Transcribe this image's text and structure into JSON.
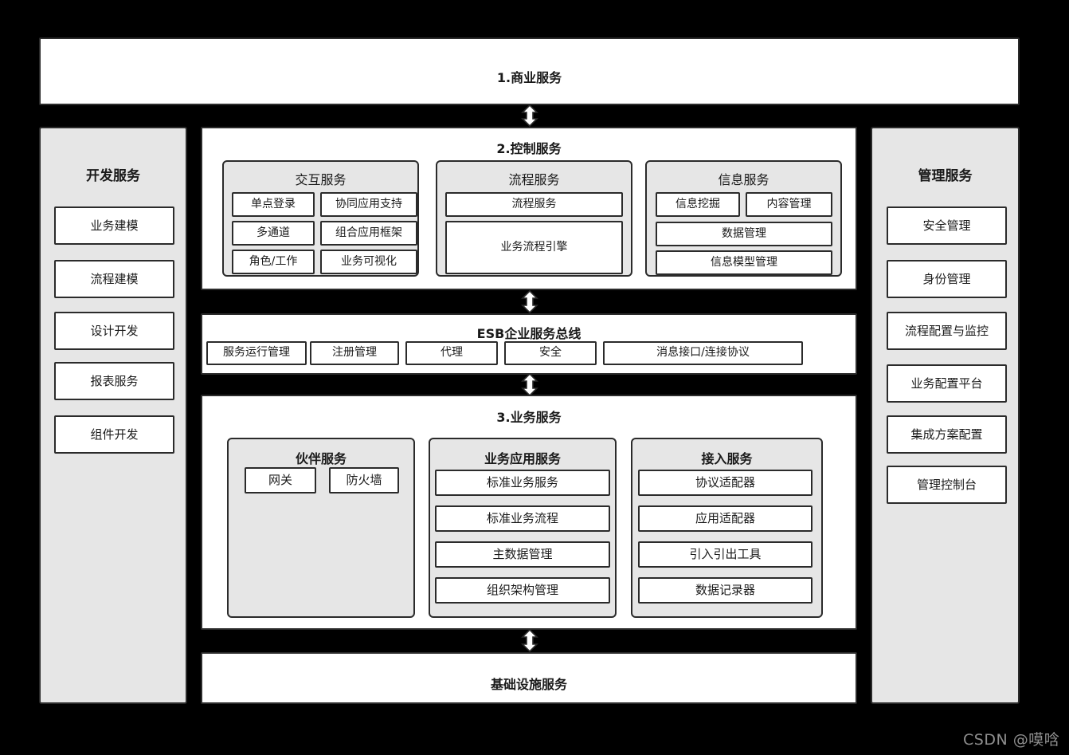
{
  "diagram": {
    "background_color": "#000000",
    "panel_gray": "#e6e6e6",
    "panel_white": "#ffffff",
    "stroke_color": "#2b2b2b",
    "watermark": "CSDN @嗼唅"
  },
  "top_band": {
    "title": "1.商业服务"
  },
  "left_sidebar": {
    "title": "开发服务",
    "items": [
      {
        "label": "业务建模"
      },
      {
        "label": "流程建模"
      },
      {
        "label": "设计开发"
      },
      {
        "label": "报表服务"
      },
      {
        "label": "组件开发"
      }
    ]
  },
  "right_sidebar": {
    "title": "管理服务",
    "items": [
      {
        "label": "安全管理"
      },
      {
        "label": "身份管理"
      },
      {
        "label": "流程配置与监控"
      },
      {
        "label": "业务配置平台"
      },
      {
        "label": "集成方案配置"
      },
      {
        "label": "管理控制台"
      }
    ]
  },
  "control_band": {
    "title": "2.控制服务",
    "groups": [
      {
        "title": "交互服务",
        "items": [
          {
            "label": "单点登录"
          },
          {
            "label": "协同应用支持"
          },
          {
            "label": "多通道"
          },
          {
            "label": "组合应用框架"
          },
          {
            "label": "角色/工作"
          },
          {
            "label": "业务可视化"
          }
        ]
      },
      {
        "title": "流程服务",
        "items": [
          {
            "label": "流程服务"
          },
          {
            "label": "业务流程引擎"
          }
        ]
      },
      {
        "title": "信息服务",
        "items": [
          {
            "label": "信息挖掘"
          },
          {
            "label": "内容管理"
          },
          {
            "label": "数据管理"
          },
          {
            "label": "信息模型管理"
          }
        ]
      }
    ]
  },
  "esb_band": {
    "title": "ESB企业服务总线",
    "items": [
      {
        "label": "服务运行管理"
      },
      {
        "label": "注册管理"
      },
      {
        "label": "代理"
      },
      {
        "label": "安全"
      },
      {
        "label": "消息接口/连接协议"
      }
    ]
  },
  "business_band": {
    "title": "3.业务服务",
    "groups": [
      {
        "title": "伙伴服务",
        "items": [
          {
            "label": "网关"
          },
          {
            "label": "防火墙"
          }
        ]
      },
      {
        "title": "业务应用服务",
        "items": [
          {
            "label": "标准业务服务"
          },
          {
            "label": "标准业务流程"
          },
          {
            "label": "主数据管理"
          },
          {
            "label": "组织架构管理"
          }
        ]
      },
      {
        "title": "接入服务",
        "items": [
          {
            "label": "协议适配器"
          },
          {
            "label": "应用适配器"
          },
          {
            "label": "引入引出工具"
          },
          {
            "label": "数据记录器"
          }
        ]
      }
    ]
  },
  "bottom_band": {
    "title": "基础设施服务"
  },
  "connectors": [
    {
      "name": "business-to-control"
    },
    {
      "name": "control-to-esb"
    },
    {
      "name": "esb-to-business"
    },
    {
      "name": "business-to-infrastructure"
    }
  ]
}
